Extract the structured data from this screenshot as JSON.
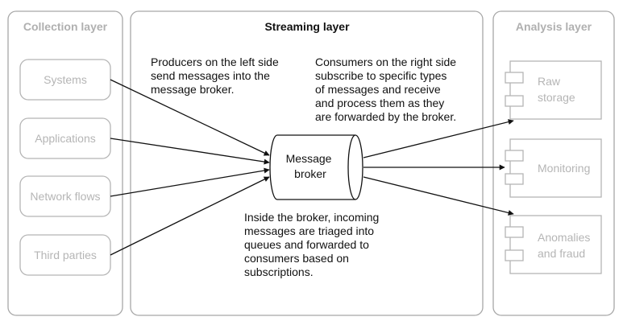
{
  "colors": {
    "layer_stroke": "#a8a8a8",
    "faded": "#b5b5b5",
    "faded_title": "#b0b0b0",
    "dark": "#111111",
    "background": "#ffffff"
  },
  "collection": {
    "title": "Collection layer",
    "sources": [
      "Systems",
      "Applications",
      "Network flows",
      "Third parties"
    ]
  },
  "streaming": {
    "title": "Streaming layer",
    "producers_note": [
      "Producers on the left side",
      "send messages into the",
      "message broker."
    ],
    "consumers_note": [
      "Consumers on the right side",
      "subscribe to specific types",
      "of messages and receive",
      "and process them as they",
      "are forwarded by the broker."
    ],
    "broker_label": [
      "Message",
      "broker"
    ],
    "broker_note": [
      "Inside the broker, incoming",
      "messages are triaged into",
      "queues and forwarded to",
      "consumers based on",
      "subscriptions."
    ]
  },
  "analysis": {
    "title": "Analysis layer",
    "components": [
      {
        "name": "raw-storage",
        "lines": [
          "Raw",
          "storage"
        ]
      },
      {
        "name": "monitoring",
        "lines": [
          "Monitoring"
        ]
      },
      {
        "name": "anomalies-and-fraud",
        "lines": [
          "Anomalies",
          "and fraud"
        ]
      }
    ]
  }
}
